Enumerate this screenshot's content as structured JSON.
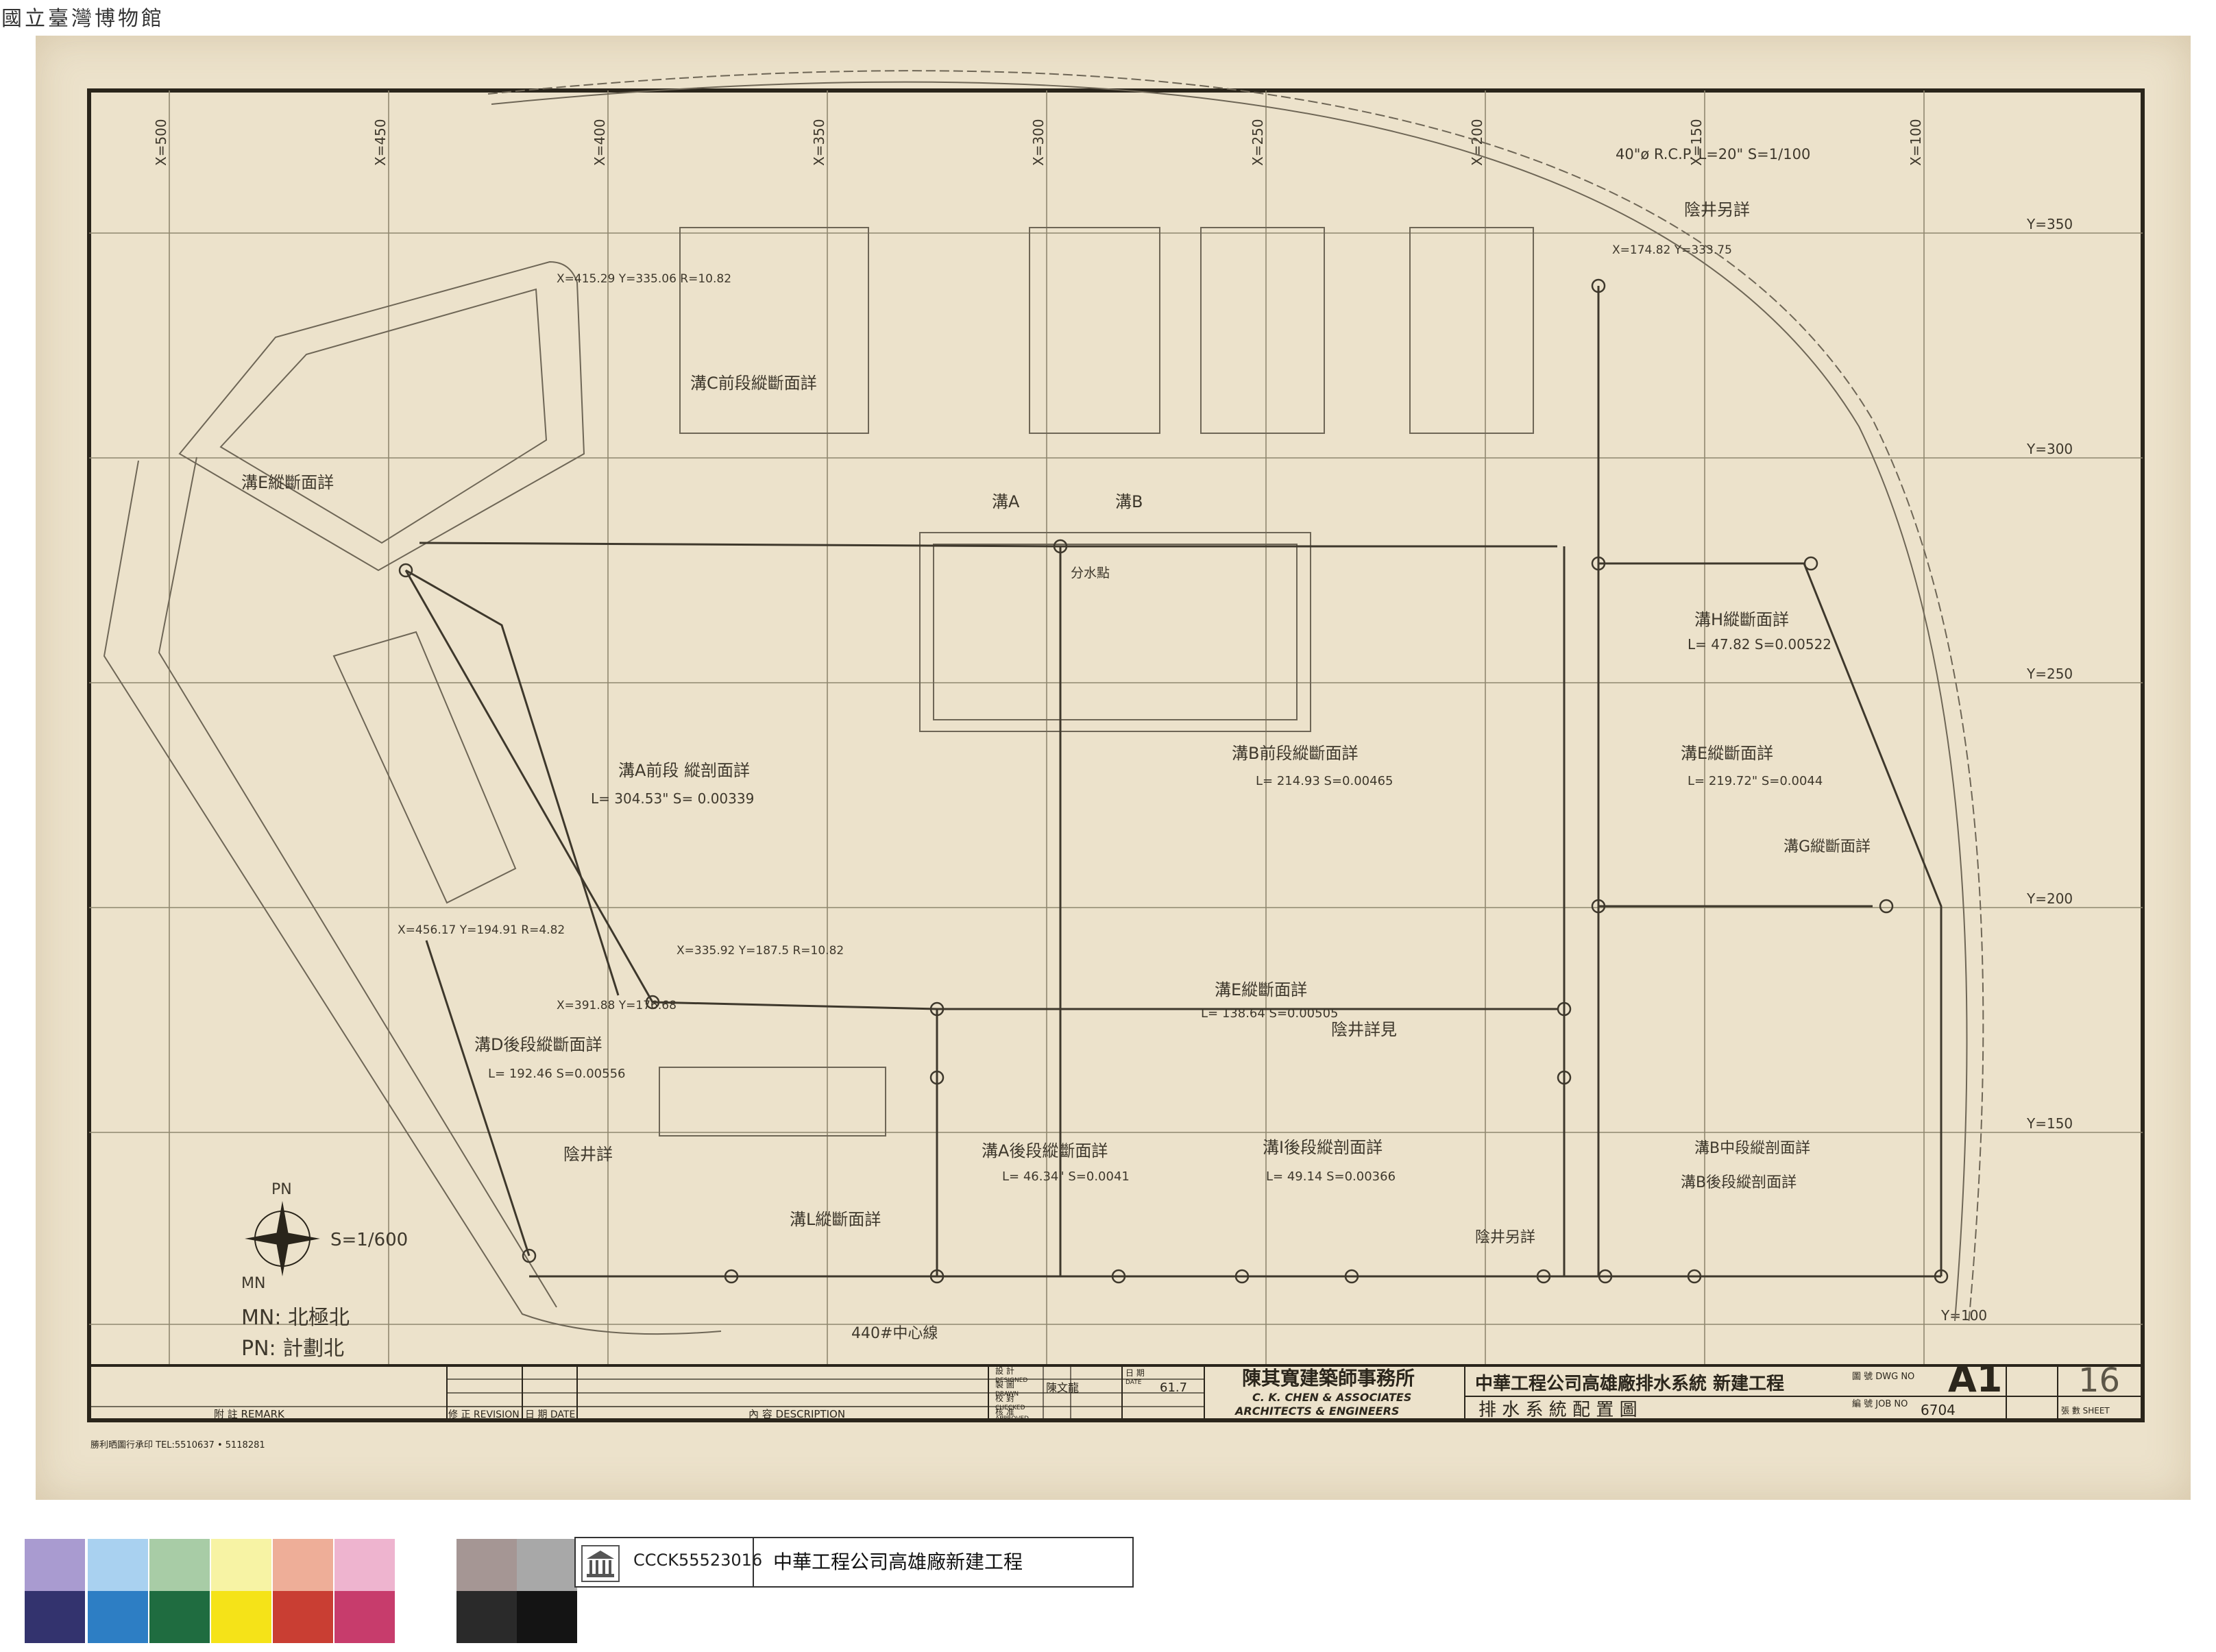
{
  "museum_mark": "國立臺灣博物館",
  "drawing": {
    "grid": {
      "x_labels": [
        "X=500",
        "X=450",
        "X=400",
        "X=350",
        "X=300",
        "X=250",
        "X=200",
        "X=150",
        "X=100"
      ],
      "y_labels": [
        "Y=350",
        "Y=300",
        "Y=250",
        "Y=200",
        "Y=150",
        "Y=100"
      ]
    },
    "annotations": [
      {
        "id": "a1",
        "text": "40\"ø R.C.P.  L=20\"  S=1/100"
      },
      {
        "id": "a2",
        "text": "陰井另詳"
      },
      {
        "id": "a3",
        "text": "X=174.82 Y=333.75"
      },
      {
        "id": "a4",
        "text": "X=415.29 Y=335.06  R=10.82"
      },
      {
        "id": "a5",
        "text": "溝C前段縱斷面詳"
      },
      {
        "id": "a6",
        "text": "溝A"
      },
      {
        "id": "a7",
        "text": "溝B"
      },
      {
        "id": "a8",
        "text": "分水點"
      },
      {
        "id": "a9",
        "text": "溝E縱斷面詳"
      },
      {
        "id": "a10",
        "text": "溝H縱斷面詳"
      },
      {
        "id": "a11",
        "text": "L= 47.82  S=0.00522"
      },
      {
        "id": "a12",
        "text": "溝A前段 縱剖面詳"
      },
      {
        "id": "a13",
        "text": "L= 304.53\"  S= 0.00339"
      },
      {
        "id": "a14",
        "text": "溝B前段縱斷面詳"
      },
      {
        "id": "a15",
        "text": "L= 214.93  S=0.00465"
      },
      {
        "id": "a16",
        "text": "溝E縱斷面詳"
      },
      {
        "id": "a17",
        "text": "L= 219.72\"  S=0.0044"
      },
      {
        "id": "a18",
        "text": "溝G縱斷面詳"
      },
      {
        "id": "a19",
        "text": "溝D後段縱斷面詳"
      },
      {
        "id": "a20",
        "text": "L= 192.46  S=0.00556"
      },
      {
        "id": "a21",
        "text": "溝E縱斷面詳"
      },
      {
        "id": "a22",
        "text": "L= 138.64  S=0.00505"
      },
      {
        "id": "a23",
        "text": "陰井詳見"
      },
      {
        "id": "a24",
        "text": "溝A後段縱斷面詳"
      },
      {
        "id": "a25",
        "text": "L= 46.34\"  S=0.0041"
      },
      {
        "id": "a26",
        "text": "溝I後段縱剖面詳"
      },
      {
        "id": "a27",
        "text": "L= 49.14  S=0.00366"
      },
      {
        "id": "a28",
        "text": "溝B中段縱剖面詳"
      },
      {
        "id": "a29",
        "text": "溝B後段縱剖面詳"
      },
      {
        "id": "a30",
        "text": "溝L縱斷面詳"
      },
      {
        "id": "a31",
        "text": "陰井詳"
      },
      {
        "id": "a32",
        "text": "陰井另詳"
      },
      {
        "id": "a33",
        "text": "440#中心線"
      },
      {
        "id": "a34",
        "text": "X=456.17 Y=194.91  R=4.82"
      },
      {
        "id": "a35",
        "text": "X=391.88 Y=176.68"
      },
      {
        "id": "a36",
        "text": "X=335.92 Y=187.5  R=10.82"
      }
    ],
    "north_arrow": {
      "pn": "PN",
      "mn": "MN",
      "scale": "S=1/600",
      "legend_mn": "MN: 北極北",
      "legend_pn": "PN: 計劃北"
    }
  },
  "title_block": {
    "remark_label": "附 註  REMARK",
    "revision_label": "修 正 REVISION",
    "date_label": "日 期 DATE",
    "description_label": "內 容  DESCRIPTION",
    "roles": [
      {
        "zh": "設 計",
        "en": "DESIGNED",
        "sign": ""
      },
      {
        "zh": "製 圖",
        "en": "DRAWN",
        "sign": "陳文龍"
      },
      {
        "zh": "校 對",
        "en": "CHECKED",
        "sign": ""
      },
      {
        "zh": "核 准",
        "en": "APPROVED",
        "sign": ""
      }
    ],
    "date_short": "日 期",
    "date_en": "DATE",
    "date_value": "61.7",
    "firm_zh": "陳其寬建築師事務所",
    "firm_en_1": "C. K. CHEN & ASSOCIATES",
    "firm_en_2": "ARCHITECTS & ENGINEERS",
    "project": "中華工程公司高雄廠排水系統 新建工程",
    "sheet_title": "排 水 系 統 配 置 圖",
    "dwg_no_label": "圖 號 DWG NO",
    "dwg_no": "A1",
    "job_no_label": "編 號 JOB NO",
    "job_no": "6704",
    "sheet_no_label": "張 數 SHEET",
    "sheet_no": "16",
    "printer": "勝利晒圖行承印   TEL:5510637 • 5118281"
  },
  "catalog": {
    "id": "CCCK55523016",
    "title": "中華工程公司高雄廠新建工程"
  },
  "color_bar": {
    "top": [
      "#a99bd0",
      "#a9d1f0",
      "#a8cca6",
      "#f7f3a4",
      "#eeae98",
      "#eeb4cf",
      "#ffffff",
      "#a59694",
      "#a8a8a8"
    ],
    "bottom": [
      "#33336e",
      "#2d7ec4",
      "#1f6c40",
      "#f5e318",
      "#c93e33",
      "#c73c6c",
      "#ffffff",
      "#2a2a2a",
      "#141414"
    ]
  }
}
